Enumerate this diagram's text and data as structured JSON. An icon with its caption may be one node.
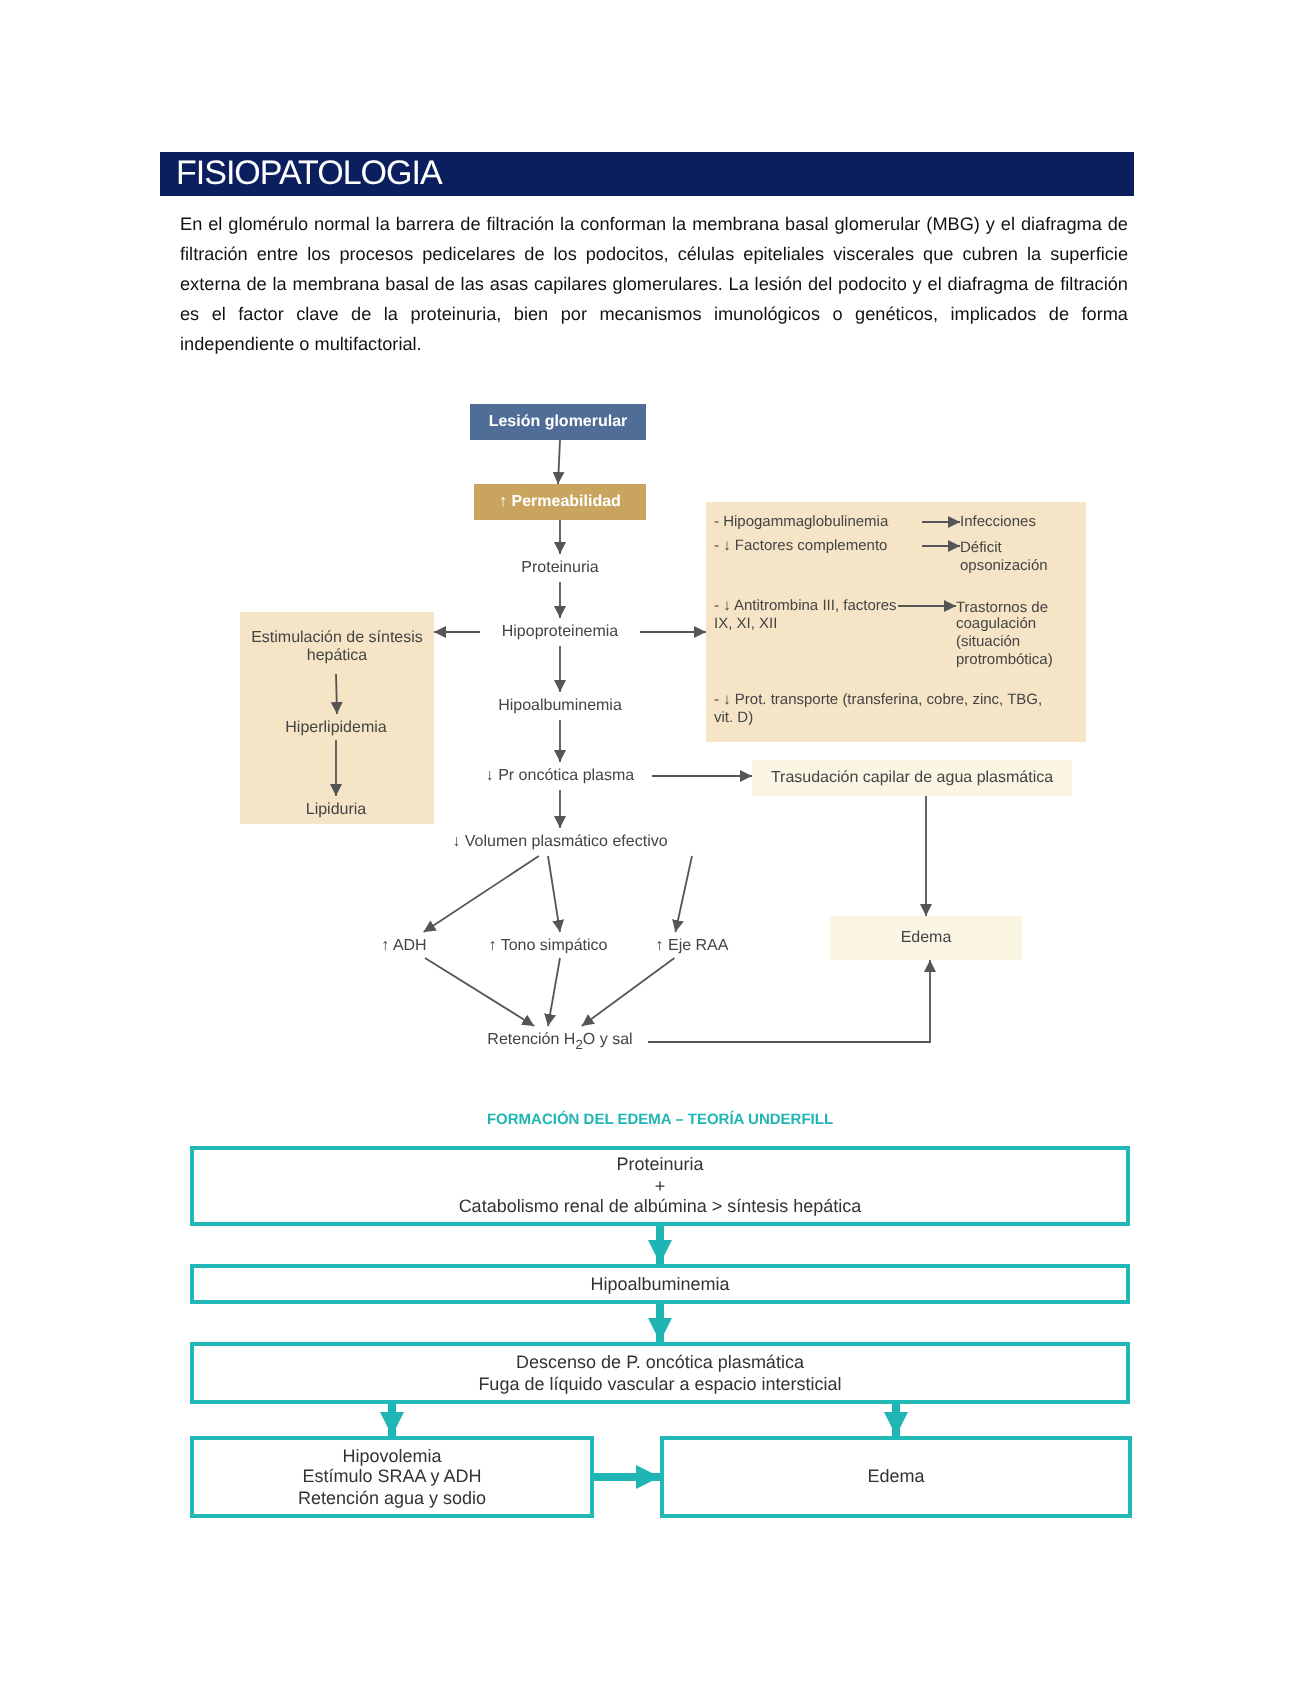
{
  "diagram": {
    "title": "FISIOPATOLOGIA",
    "nodes": [
      {
        "text": [
          "Lesión glomerular"
        ]
      },
      {
        "text": [
          "↑ Permeabilidad"
        ]
      },
      {
        "text": [
          "Proteinuria"
        ]
      },
      {
        "text": [
          "Hipoproteinemia"
        ]
      },
      {
        "text": [],
        "shape": "box"
      },
      {
        "text": [
          "Estimulación de síntesis hepática"
        ],
        "in": 4
      },
      {
        "text": [
          "Hiperlipidemia"
        ],
        "in": 4
      },
      {
        "text": [
          "Lipiduria"
        ],
        "in": 4
      },
      {
        "text": [],
        "shape": "box"
      },
      {
        "text": [
          "- Hipogammaglobulinemia"
        ],
        "in": 8
      },
      {
        "text": [
          "Infecciones"
        ],
        "in": 8
      },
      {
        "text": [
          "- ↓ Factores complemento"
        ],
        "in": 8
      },
      {
        "text": [
          "Déficit opsonización"
        ],
        "in": 8
      },
      {
        "text": [
          "- ↓ Antitrombina III, factores IX, XI, XII"
        ],
        "in": 8
      },
      {
        "text": [
          "Trastornos de coagulación (situación protrombótica)"
        ],
        "in": 8
      },
      {
        "text": [
          "- ↓ Prot. transporte (transferina, cobre, zinc, TBG, vit. D)"
        ],
        "in": 8
      },
      {
        "text": [
          "Hipoalbuminemia"
        ]
      },
      {
        "text": [
          "↓ Pr oncótica plasma"
        ]
      },
      {
        "text": [
          "Trasudación capilar de agua plasmática"
        ]
      },
      {
        "text": [
          "↓ Volumen plasmático efectivo"
        ]
      },
      {
        "text": [
          "↑ ADH"
        ]
      },
      {
        "text": [
          "↑ Tono simpático"
        ]
      },
      {
        "text": [
          "↑ Eje RAA"
        ]
      },
      {
        "text": [
          "Edema"
        ]
      },
      {
        "text": [
          "Retención H$_{2}$O y sal"
        ]
      },
      {
        "text": [
          "Proteinuria",
          "+",
          "Catabolismo renal de albúmina > síntesis hepática"
        ]
      },
      {
        "text": [
          "Hipoalbuminemia"
        ]
      },
      {
        "text": [
          "Descenso de P. oncótica plasmática",
          "Fuga de líquido vascular a espacio intersticial"
        ]
      },
      {
        "text": [
          "Hipovolemia",
          "Estímulo SRAA y ADH",
          "Retención agua y sodio"
        ]
      },
      {
        "text": [
          "Edema"
        ]
      }
    ],
    "edges": [
      {
        "from": 0,
        "to": 1,
        "arrow": "to"
      },
      {
        "from": 1,
        "to": 2,
        "arrow": "to"
      },
      {
        "from": 2,
        "to": 3,
        "arrow": "to"
      },
      {
        "from": 3,
        "to": 4,
        "arrow": "to"
      },
      {
        "from": 5,
        "to": 6,
        "arrow": "to"
      },
      {
        "from": 6,
        "to": 7,
        "arrow": "to"
      },
      {
        "from": 3,
        "to": 8,
        "arrow": "to"
      },
      {
        "from": 9,
        "to": 10,
        "arrow": "to"
      },
      {
        "from": 11,
        "to": 12,
        "arrow": "to"
      },
      {
        "from": 13,
        "to": 14,
        "arrow": "to"
      },
      {
        "from": 3,
        "to": 16,
        "arrow": "to"
      },
      {
        "from": 16,
        "to": 17,
        "arrow": "to"
      },
      {
        "from": 17,
        "to": 18,
        "arrow": "to"
      },
      {
        "from": 17,
        "to": 19,
        "arrow": "to"
      },
      {
        "from": 18,
        "to": 23,
        "arrow": "to"
      },
      {
        "from": 19,
        "to": 20,
        "arrow": "to"
      },
      {
        "from": 19,
        "to": 21,
        "arrow": "to"
      },
      {
        "from": 19,
        "to": 22,
        "arrow": "to"
      },
      {
        "from": 20,
        "to": 24,
        "arrow": "to"
      },
      {
        "from": 21,
        "to": 24,
        "arrow": "to"
      },
      {
        "from": 22,
        "to": 24,
        "arrow": "to"
      },
      {
        "from": 24,
        "to": 23,
        "arrow": "to"
      },
      {
        "from": 25,
        "to": 26,
        "arrow": "to",
        "style": "thick",
        "color": "#1fb5b5"
      },
      {
        "from": 26,
        "to": 27,
        "arrow": "to",
        "style": "thick",
        "color": "#1fb5b5"
      },
      {
        "from": 27,
        "to": 28,
        "arrow": "to",
        "style": "thick",
        "color": "#1fb5b5"
      },
      {
        "from": 27,
        "to": 29,
        "arrow": "to",
        "style": "thick",
        "color": "#1fb5b5"
      },
      {
        "from": 28,
        "to": 29,
        "arrow": "to",
        "style": "thick",
        "color": "#1fb5b5"
      }
    ],
    "labels": [
      "En el glomérulo normal la barrera de filtración la conforman la membrana basal glomerular (MBG) y el diafragma de filtración entre los procesos pedicelares de los podocitos, células epiteliales viscerales que cubren la superficie externa de la membrana basal de las asas capilares glomerulares. La lesión del podocito y el diafragma de filtración es el factor clave de la proteinuria, bien por mecanismos imunológicos o genéticos, implicados de forma independiente o multifactorial.",
      "FORMACIÓN DEL EDEMA – TEORÍA UNDERFILL"
    ]
  }
}
